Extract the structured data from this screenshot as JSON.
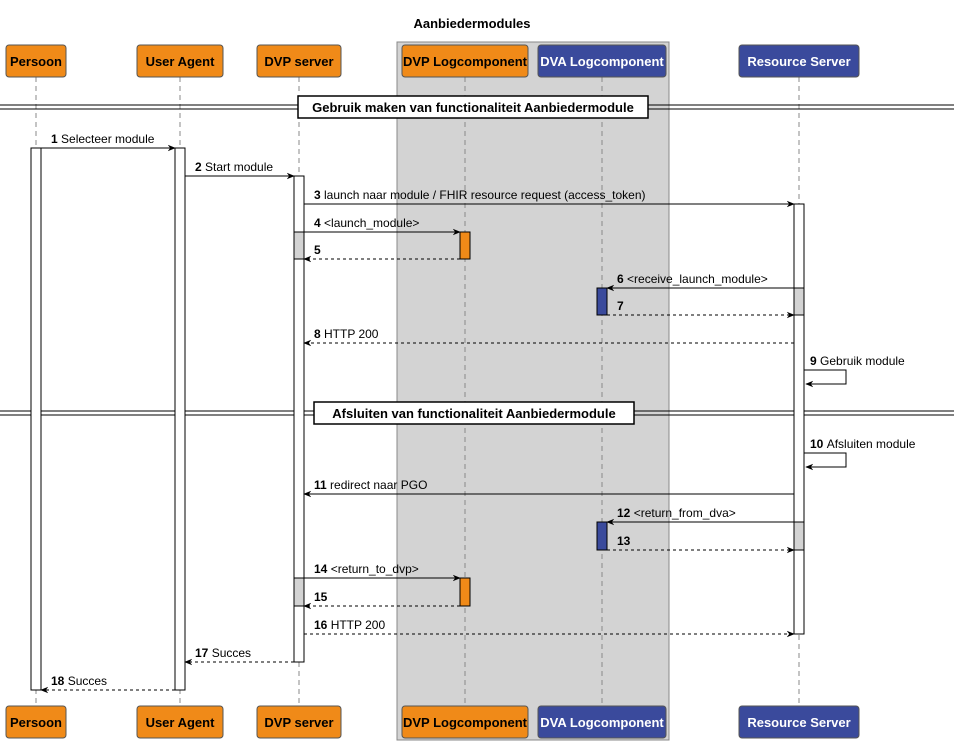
{
  "title": "Aanbiedermodules",
  "colors": {
    "orange": "#F08A18",
    "blue": "#3A4A9C",
    "box_fill": "#D3D3D3",
    "activation_grey": "#D3D3D3",
    "line": "#000000",
    "lifeline": "#888888"
  },
  "participants": [
    {
      "id": "persoon",
      "label": "Persoon",
      "color": "orange"
    },
    {
      "id": "ua",
      "label": "User Agent",
      "color": "orange"
    },
    {
      "id": "dvp",
      "label": "DVP server",
      "color": "orange"
    },
    {
      "id": "dvplog",
      "label": "DVP Logcomponent",
      "color": "orange"
    },
    {
      "id": "dvalog",
      "label": "DVA Logcomponent",
      "color": "blue"
    },
    {
      "id": "rs",
      "label": "Resource Server",
      "color": "blue"
    }
  ],
  "dividers": [
    {
      "label": "Gebruik maken van functionaliteit Aanbiedermodule"
    },
    {
      "label": "Afsluiten van functionaliteit Aanbiedermodule"
    }
  ],
  "messages": [
    {
      "num": "1",
      "text": "Selecteer module",
      "from": "persoon",
      "to": "ua",
      "style": "solid"
    },
    {
      "num": "2",
      "text": "Start module",
      "from": "ua",
      "to": "dvp",
      "style": "solid"
    },
    {
      "num": "3",
      "text": "launch naar module / FHIR resource request (access_token)",
      "from": "dvp",
      "to": "rs",
      "style": "solid"
    },
    {
      "num": "4",
      "text": "<launch_module>",
      "from": "dvp",
      "to": "dvplog",
      "style": "solid"
    },
    {
      "num": "5",
      "text": "",
      "from": "dvplog",
      "to": "dvp",
      "style": "dashed"
    },
    {
      "num": "6",
      "text": "<receive_launch_module>",
      "from": "rs",
      "to": "dvalog",
      "style": "solid"
    },
    {
      "num": "7",
      "text": "",
      "from": "dvalog",
      "to": "rs",
      "style": "dashed"
    },
    {
      "num": "8",
      "text": "HTTP 200",
      "from": "rs",
      "to": "dvp",
      "style": "dashed"
    },
    {
      "num": "9",
      "text": "Gebruik module",
      "from": "rs",
      "to": "rs",
      "style": "self"
    },
    {
      "num": "10",
      "text": "Afsluiten module",
      "from": "rs",
      "to": "rs",
      "style": "self"
    },
    {
      "num": "11",
      "text": "redirect naar PGO",
      "from": "rs",
      "to": "dvp",
      "style": "solid"
    },
    {
      "num": "12",
      "text": "<return_from_dva>",
      "from": "rs",
      "to": "dvalog",
      "style": "solid"
    },
    {
      "num": "13",
      "text": "",
      "from": "dvalog",
      "to": "rs",
      "style": "dashed"
    },
    {
      "num": "14",
      "text": "<return_to_dvp>",
      "from": "dvp",
      "to": "dvplog",
      "style": "solid"
    },
    {
      "num": "15",
      "text": "",
      "from": "dvplog",
      "to": "dvp",
      "style": "dashed"
    },
    {
      "num": "16",
      "text": "HTTP 200",
      "from": "dvp",
      "to": "rs",
      "style": "dashed"
    },
    {
      "num": "17",
      "text": "Succes",
      "from": "dvp",
      "to": "ua",
      "style": "dashed"
    },
    {
      "num": "18",
      "text": "Succes",
      "from": "ua",
      "to": "persoon",
      "style": "dashed"
    }
  ]
}
